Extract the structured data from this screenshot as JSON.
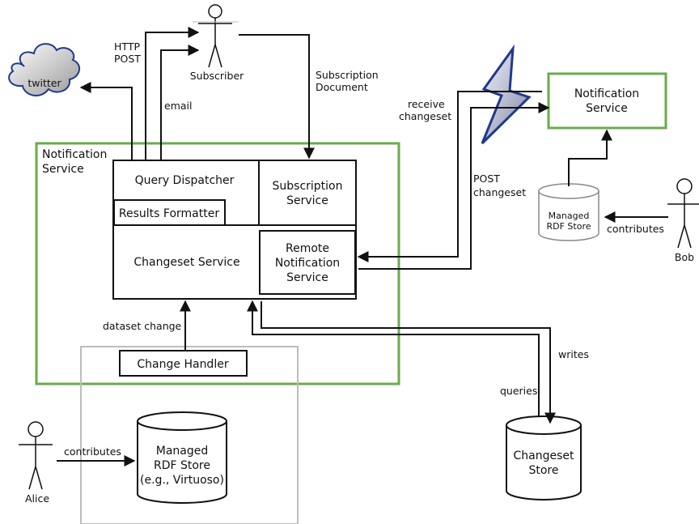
{
  "colors": {
    "green_border": "#6aab4b",
    "gray_border": "#bdbdbd",
    "bolt_blue": "#203a8a",
    "cloud_stroke": "#1e3b8c"
  },
  "actors": {
    "subscriber": "Subscriber",
    "bob": "Bob",
    "alice": "Alice"
  },
  "cloud": {
    "label": "twitter"
  },
  "main_service": {
    "title_line1": "Notification",
    "title_line2": "Service",
    "query_dispatcher": "Query Dispatcher",
    "results_formatter": "Results Formatter",
    "subscription_service_line1": "Subscription",
    "subscription_service_line2": "Service",
    "changeset_service": "Changeset Service",
    "remote_line1": "Remote",
    "remote_line2": "Notification",
    "remote_line3": "Service"
  },
  "change_handler": "Change Handler",
  "alice_store": {
    "line1": "Managed",
    "line2": "RDF Store",
    "line3": "(e.g., Virtuoso)"
  },
  "changeset_store": {
    "line1": "Changeset",
    "line2": "Store"
  },
  "remote_service": {
    "line1": "Notification",
    "line2": "Service"
  },
  "bob_store": {
    "line1": "Managed",
    "line2": "RDF Store"
  },
  "edges": {
    "http_line1": "HTTP",
    "http_line2": "POST",
    "email": "email",
    "subscription_doc_line1": "Subscription",
    "subscription_doc_line2": "Document",
    "receive_line1": "receive",
    "receive_line2": "changeset",
    "post_line1": "POST",
    "post_line2": "changeset",
    "bob_contributes": "contributes",
    "alice_contributes": "contributes",
    "dataset_change": "dataset change",
    "writes": "writes",
    "queries": "queries"
  }
}
